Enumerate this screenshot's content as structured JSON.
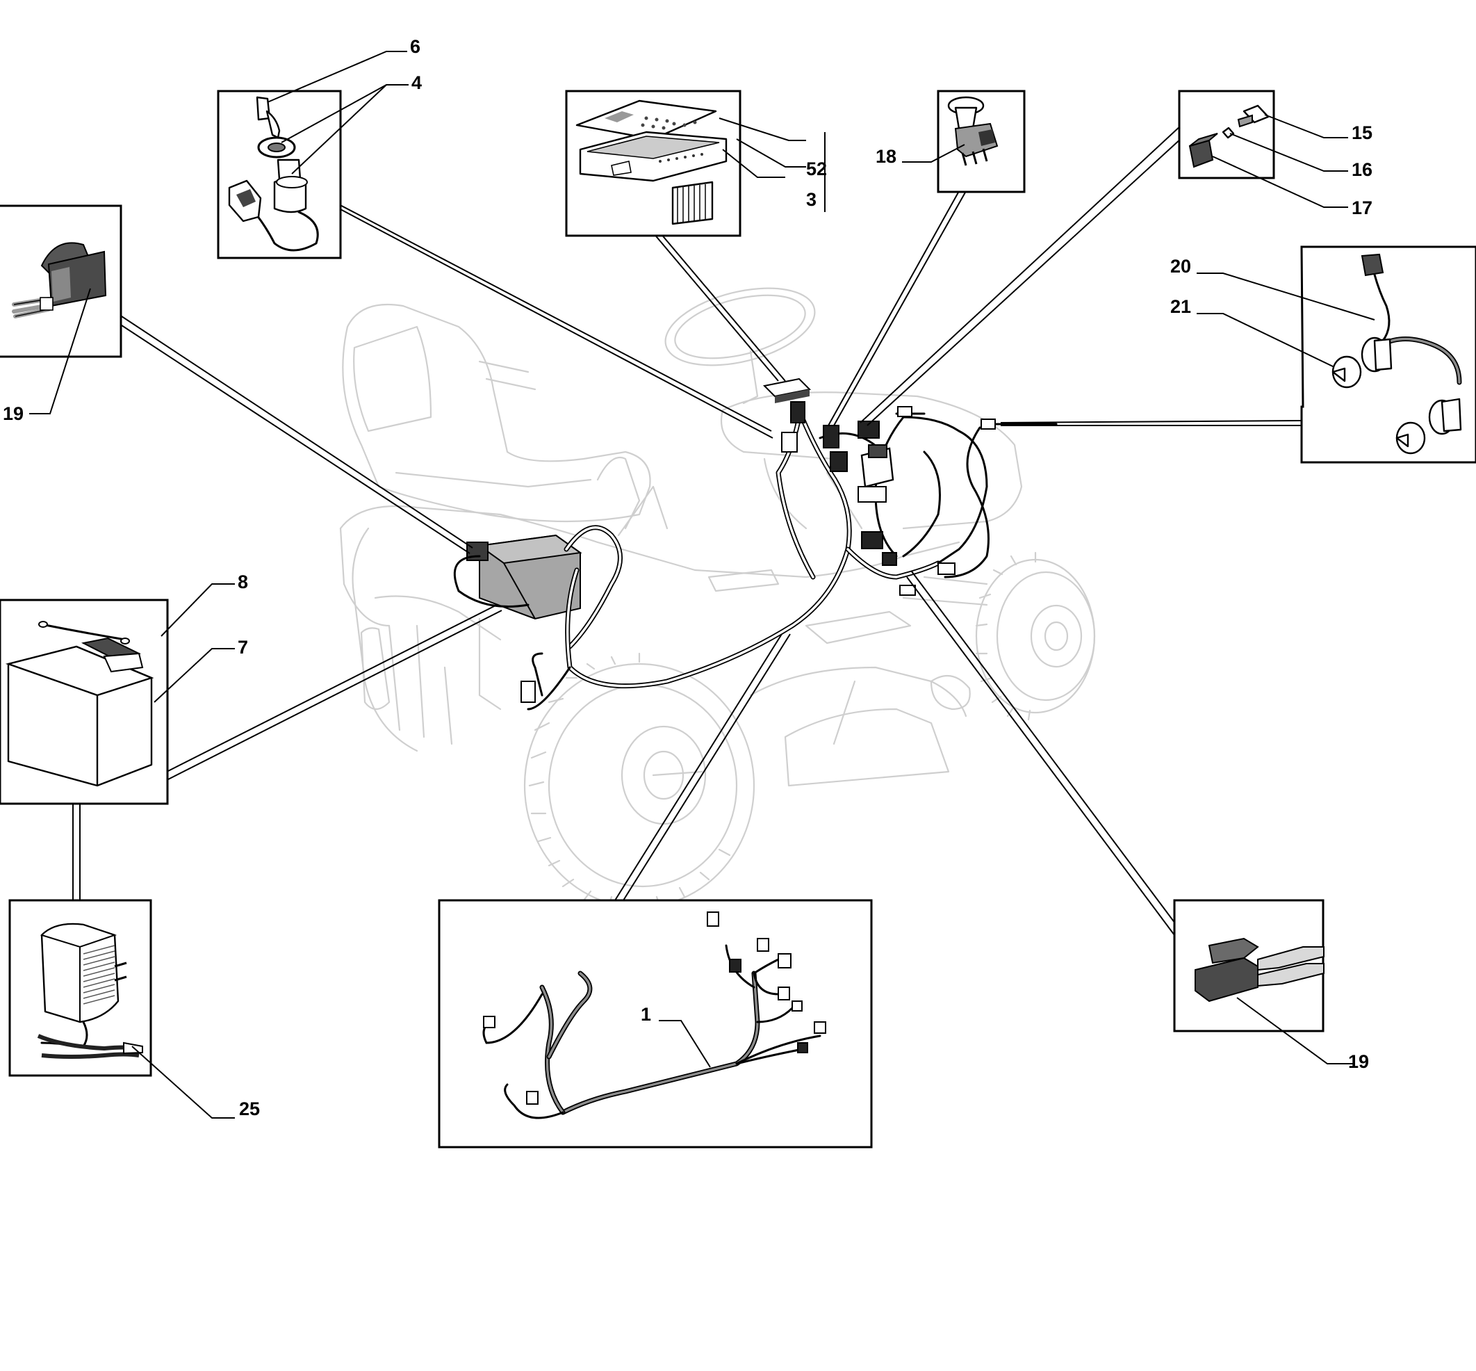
{
  "callouts": {
    "c6": "6",
    "c4": "4",
    "c52": "52",
    "c3": "3",
    "c18": "18",
    "c15": "15",
    "c16": "16",
    "c17": "17",
    "c20": "20",
    "c21": "21",
    "c19_left": "19",
    "c8": "8",
    "c7": "7",
    "c25": "25",
    "c1": "1",
    "c19_right": "19"
  }
}
